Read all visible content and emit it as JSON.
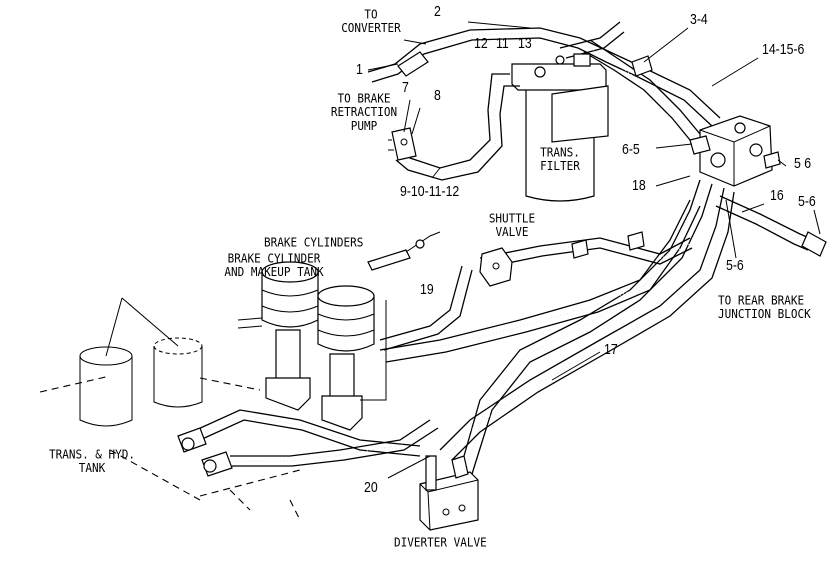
{
  "labels": {
    "to_converter": "TO\nCONVERTER",
    "to_brake_retraction_pump": "TO BRAKE\nRETRACTION\nPUMP",
    "trans_filter": "TRANS.\nFILTER",
    "shuttle_valve": "SHUTTLE\nVALVE",
    "brake_cylinders": "BRAKE CYLINDERS",
    "brake_cylinder_and_makeup_tank": "BRAKE CYLINDER\nAND MAKEUP TANK",
    "trans_hyd_tank": "TRANS. & HYD.\nTANK",
    "diverter_valve": "DIVERTER VALVE",
    "to_rear_brake_junction_block": "TO REAR BRAKE\nJUNCTION BLOCK"
  },
  "callouts": {
    "c1": "1",
    "c2": "2",
    "c3_4": "3-4",
    "c12": "12",
    "c11": "11",
    "c13": "13",
    "c14_15_6": "14-15-6",
    "c7": "7",
    "c8": "8",
    "c9_10_11_12": "9-10-11-12",
    "c6_5": "6-5",
    "c5_6_right": "5 6",
    "c18": "18",
    "c16": "16",
    "c5_6_far": "5-6",
    "c5_6_lower": "5-6",
    "c19": "19",
    "c17": "17",
    "c20": "20"
  }
}
